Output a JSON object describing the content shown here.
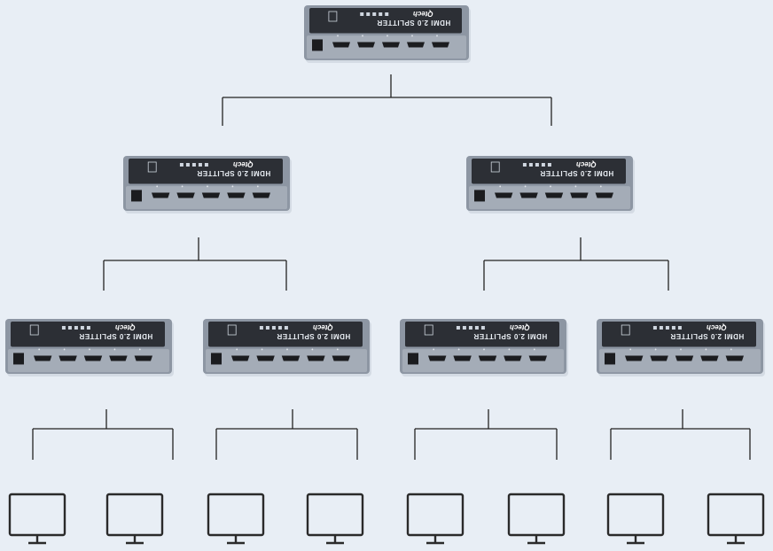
{
  "device": {
    "brand": "Qtech",
    "model": "HDMI 2.0 SPLITTER",
    "hdmi_ports": 5
  },
  "splitters": [
    {
      "tier": "top"
    },
    {
      "tier": "middle"
    },
    {
      "tier": "middle"
    },
    {
      "tier": "bottom"
    },
    {
      "tier": "bottom"
    },
    {
      "tier": "bottom"
    },
    {
      "tier": "bottom"
    }
  ],
  "displays": 8,
  "colors": {
    "background": "#e8eef5",
    "line": "#222222",
    "device_face": "#2c2f35",
    "device_edge": "#8d96a3",
    "monitor_stroke": "#2a2a2a"
  }
}
